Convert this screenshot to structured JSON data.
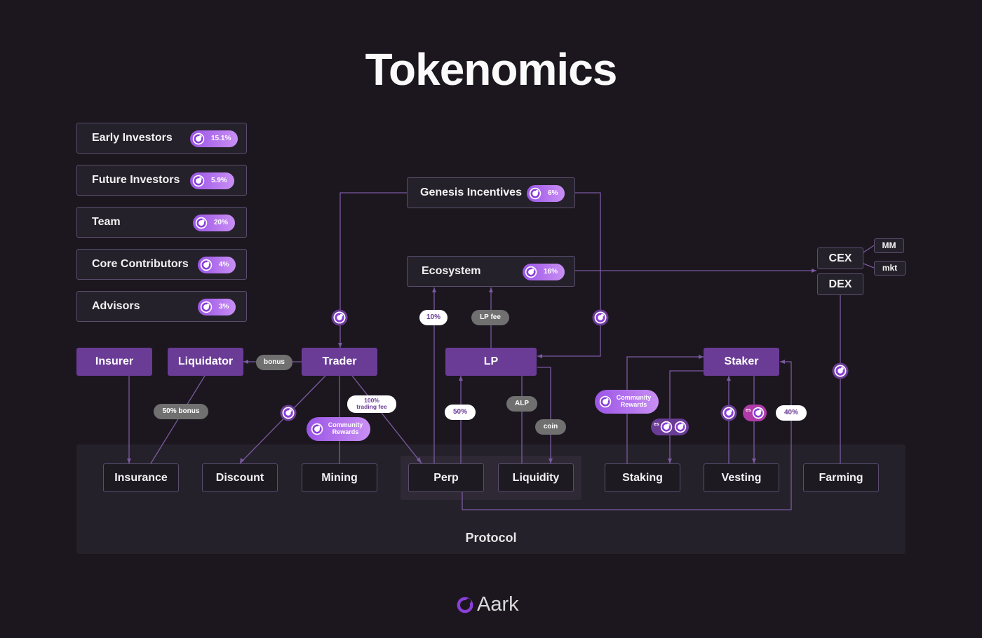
{
  "title": "Tokenomics",
  "allocations": [
    {
      "label": "Early Investors",
      "pct": "15.1%"
    },
    {
      "label": "Future Investors",
      "pct": "5.9%"
    },
    {
      "label": "Team",
      "pct": "20%"
    },
    {
      "label": "Core Contributors",
      "pct": "4%"
    },
    {
      "label": "Advisors",
      "pct": "3%"
    }
  ],
  "genesis": {
    "label": "Genesis Incentives",
    "pct": "6%"
  },
  "ecosystem": {
    "label": "Ecosystem",
    "pct": "16%"
  },
  "exchanges": {
    "cex": "CEX",
    "dex": "DEX",
    "mm": "MM",
    "mkt": "mkt"
  },
  "actors": {
    "insurer": "Insurer",
    "liquidator": "Liquidator",
    "trader": "Trader",
    "lp": "LP",
    "staker": "Staker"
  },
  "tags": {
    "bonus": "bonus",
    "bonus50": "50% bonus",
    "ten": "10%",
    "lpfee": "LP fee",
    "fifty": "50%",
    "alp": "ALP",
    "coin": "coin",
    "forty": "40%",
    "fee_line1": "100%",
    "fee_line2": "trading fee",
    "es": "es"
  },
  "community": {
    "line1": "Community",
    "line2": "Rewards"
  },
  "protocol": {
    "label": "Protocol",
    "items": [
      "Insurance",
      "Discount",
      "Mining",
      "Perp",
      "Liquidity",
      "Staking",
      "Vesting",
      "Farming"
    ]
  },
  "brand": "Aark",
  "colors": {
    "accent": "#6a3c96",
    "line": "#7a5aa0",
    "pill_from": "#9b55e6",
    "pill_to": "#c98ff4",
    "bg": "#1c171f"
  }
}
